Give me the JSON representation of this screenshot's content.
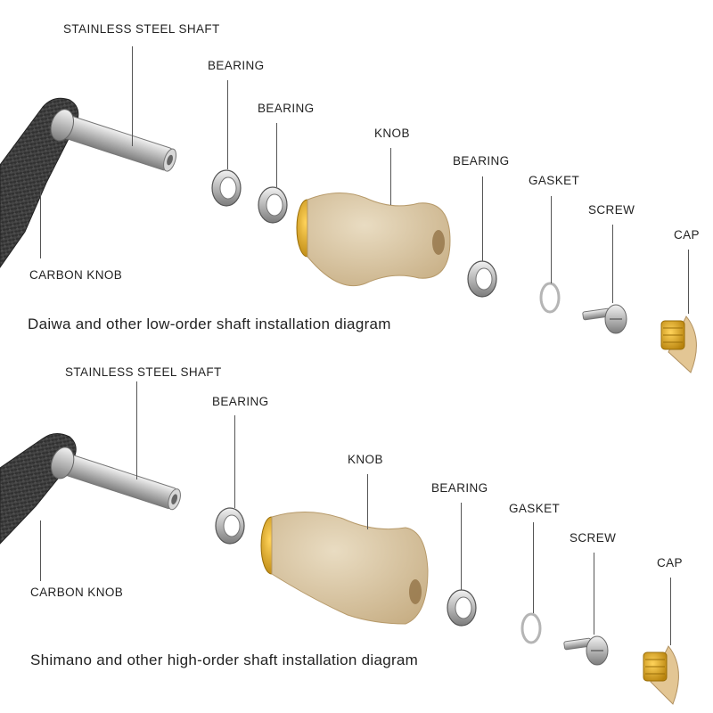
{
  "colors": {
    "carbon": "#3a3a3a",
    "steel": "#c9c9c9",
    "cork": "#dcc8a6",
    "gold": "#d8a318",
    "text": "#222222"
  },
  "diagrams": [
    {
      "caption": "Daiwa and other low-order shaft installation diagram",
      "labels": {
        "shaft": "STAINLESS STEEL SHAFT",
        "bearing1": "BEARING",
        "bearing2": "BEARING",
        "knob": "KNOB",
        "bearing3": "BEARING",
        "gasket": "GASKET",
        "screw": "SCREW",
        "cap": "CAP",
        "carbon": "CARBON KNOB"
      }
    },
    {
      "caption": "Shimano and other high-order shaft installation diagram",
      "labels": {
        "shaft": "STAINLESS STEEL SHAFT",
        "bearing1": "BEARING",
        "knob": "KNOB",
        "bearing3": "BEARING",
        "gasket": "GASKET",
        "screw": "SCREW",
        "cap": "CAP",
        "carbon": "CARBON KNOB"
      }
    }
  ]
}
